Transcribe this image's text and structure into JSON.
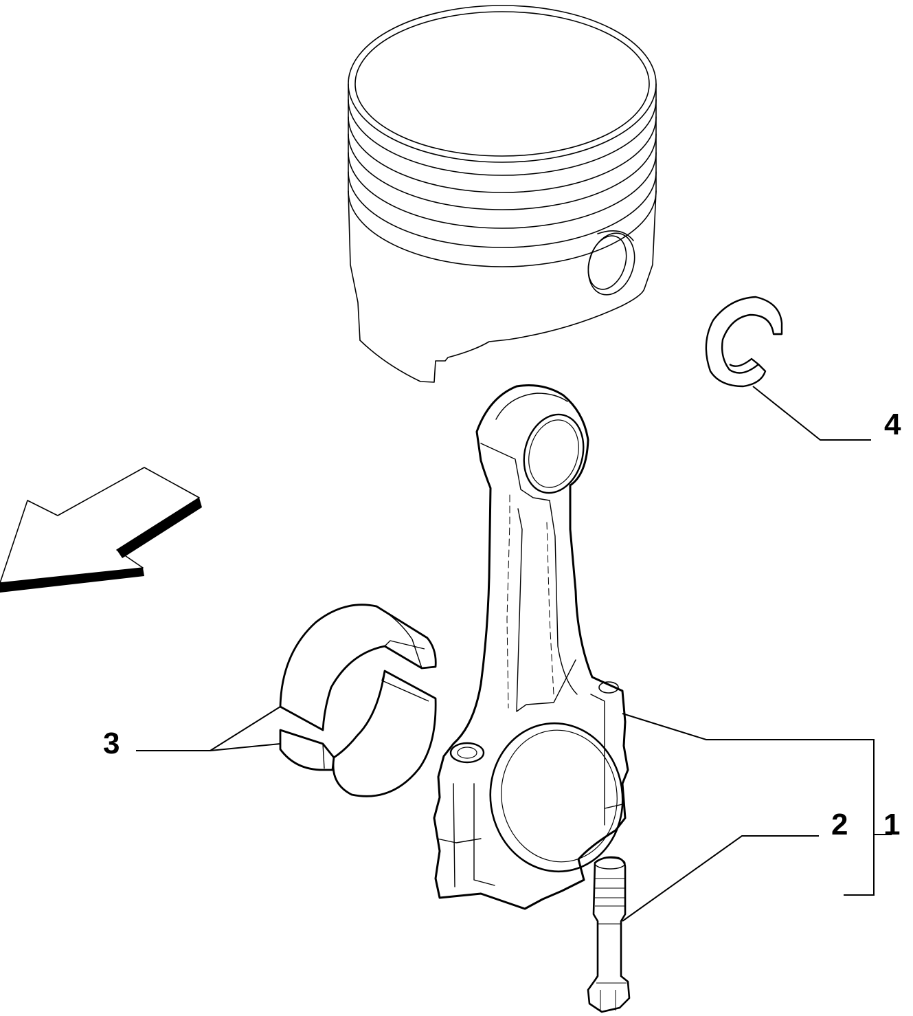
{
  "callouts": {
    "item_1": "1",
    "item_2": "2",
    "item_3": "3",
    "item_4": "4"
  },
  "colors": {
    "line": "#000000",
    "background": "#ffffff"
  },
  "icons": {
    "direction_arrow": "front-direction-arrow-icon"
  }
}
